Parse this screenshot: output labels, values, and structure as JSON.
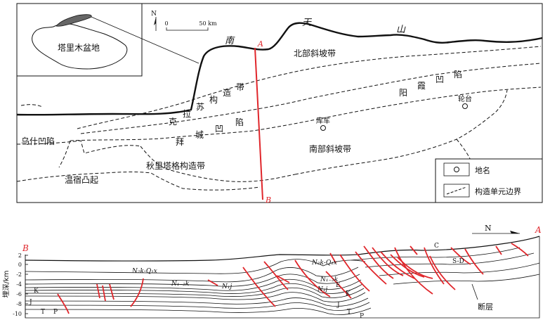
{
  "map": {
    "inset_label": "塔里木盆地",
    "north_label": "N",
    "scale_zero": "0",
    "scale_label": "50 km",
    "mountain_chars": [
      "南",
      "天",
      "山"
    ],
    "section_start": "A",
    "section_end": "B",
    "units": {
      "north_slope": "北部斜坡带",
      "kela_1": "克",
      "kela_2": "拉",
      "kela_3": "苏",
      "kela_4": "构",
      "kela_5": "造",
      "kela_6": "带",
      "baicheng_1": "拜",
      "baicheng_2": "城",
      "baicheng_3": "凹",
      "baicheng_4": "陷",
      "yangxia_1": "阳",
      "yangxia_2": "霞",
      "yangxia_3": "凹",
      "yangxia_4": "陷",
      "wushi": "乌什凹陷",
      "wensu": "温宿凸起",
      "qiulitage": "秋里塔格构造带",
      "south_slope": "南部斜坡带"
    },
    "places": {
      "kuqa": "库车",
      "luntai": "轮台"
    },
    "legend": {
      "place_name": "地名",
      "boundary": "构造单元边界"
    }
  },
  "section": {
    "north_label": "N",
    "end_a": "A",
    "end_b": "B",
    "ylabel": "埋深/km",
    "yticks": [
      "2",
      "0",
      "-2",
      "-4",
      "-6",
      "-8",
      "-10"
    ],
    "strata": {
      "n2k_q1x_left": "N₂k-Q₁x",
      "n1_2k_left": "N₁₋₂k",
      "n1j_left": "N₁j",
      "k_left": "K",
      "j_left": "J",
      "t_left": "T",
      "p_left": "P",
      "n2k_q1x_mid": "N₂k-Q₁x",
      "n1_2k_mid": "N₁₋₂k",
      "n1j_mid": "N₁j",
      "e_mid": "E",
      "k_mid": "K",
      "j_mid": "J",
      "t_mid": "T",
      "p_mid": "P",
      "c_right": "C",
      "sd_right": "S-D"
    },
    "fault_label": "断层"
  },
  "colors": {
    "red": "#e0262b",
    "line": "#111111"
  }
}
